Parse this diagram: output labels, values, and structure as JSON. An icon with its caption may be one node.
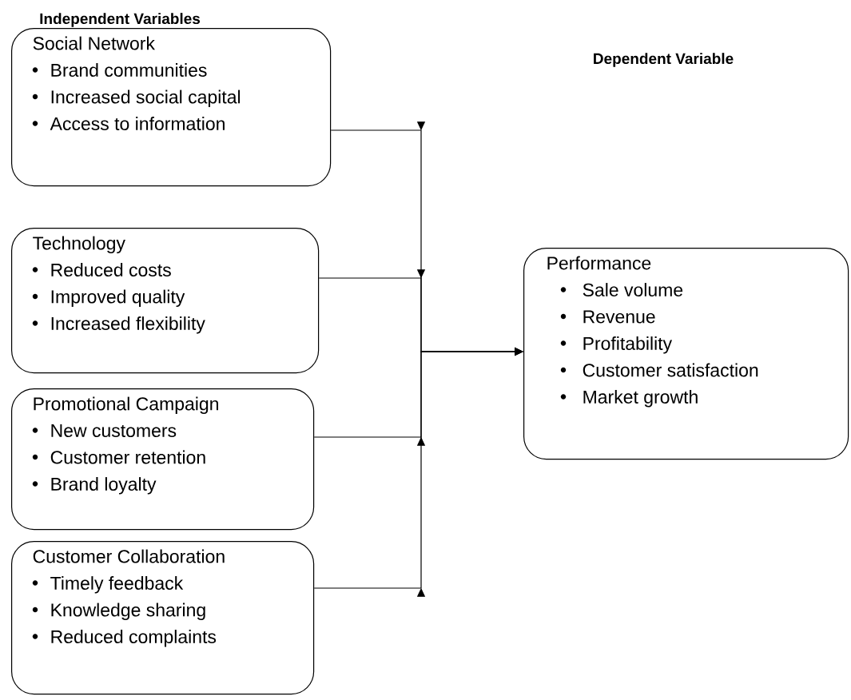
{
  "diagram": {
    "nodes": [
      {
        "text": [
          "Social Network",
          "Brand communities",
          "Increased social capital",
          "Access to information"
        ]
      },
      {
        "text": [
          "Technology",
          "Reduced costs",
          "Improved quality",
          "Increased flexibility"
        ]
      },
      {
        "text": [
          "Promotional Campaign",
          "New customers",
          "Customer retention",
          "Brand loyalty"
        ]
      },
      {
        "text": [
          "Customer Collaboration",
          "Timely feedback",
          "Knowledge sharing",
          "Reduced complaints"
        ]
      },
      {
        "text": [
          "Performance",
          "Sale volume",
          "Revenue",
          "Profitability",
          "Customer satisfaction",
          "Market growth"
        ]
      }
    ],
    "edges": [
      {
        "from": 0,
        "to": 4,
        "arrow": "to"
      },
      {
        "from": 1,
        "to": 4,
        "arrow": "to"
      },
      {
        "from": 2,
        "to": 4,
        "arrow": "to"
      },
      {
        "from": 3,
        "to": 4,
        "arrow": "to"
      }
    ],
    "labels": [
      "Independent Variables",
      "Dependent Variable"
    ]
  }
}
